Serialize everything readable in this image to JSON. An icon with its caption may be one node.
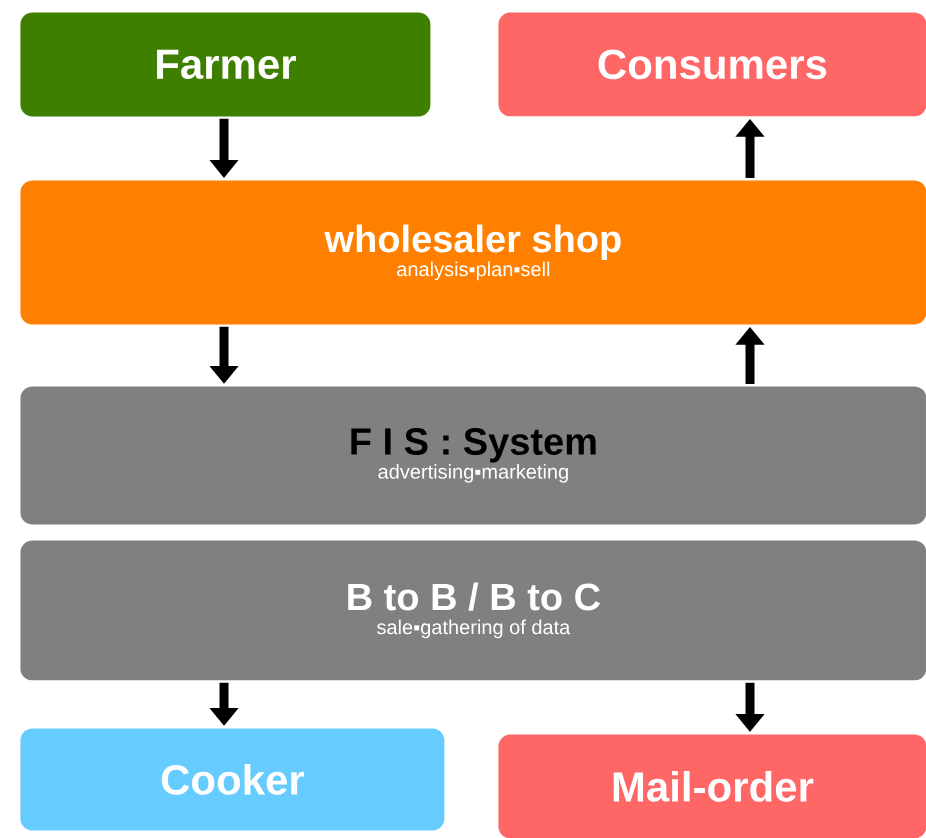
{
  "diagram": {
    "nodes": [
      {
        "text": [
          "Farmer"
        ]
      },
      {
        "text": [
          "Consumers"
        ]
      },
      {
        "text": [
          "wholesaler shop",
          "analysis▪plan▪sell"
        ]
      },
      {
        "text": [
          "F I S : System",
          "advertising▪marketing"
        ]
      },
      {
        "text": [
          "B to B / B to C",
          "sale▪gathering of data"
        ]
      },
      {
        "text": [
          "Cooker"
        ]
      },
      {
        "text": [
          "Mail-order"
        ]
      }
    ],
    "edges": [
      {
        "from": 0,
        "to": 2,
        "arrow": "to"
      },
      {
        "from": 2,
        "to": 1,
        "arrow": "to"
      },
      {
        "from": 2,
        "to": 3,
        "arrow": "to"
      },
      {
        "from": 3,
        "to": 2,
        "arrow": "to"
      },
      {
        "from": 4,
        "to": 5,
        "arrow": "to"
      },
      {
        "from": 4,
        "to": 6,
        "arrow": "to"
      }
    ]
  }
}
